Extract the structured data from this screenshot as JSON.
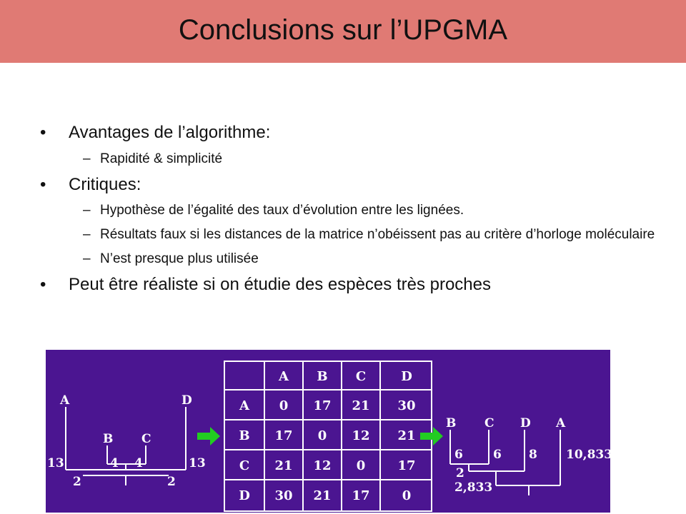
{
  "slide": {
    "title": "Conclusions sur l’UPGMA",
    "bullets": [
      {
        "text": "Avantages de l’algorithme:",
        "sub": [
          "Rapidité & simplicité"
        ]
      },
      {
        "text": "Critiques:",
        "sub": [
          "Hypothèse de l’égalité des taux d’évolution entre les lignées.",
          "Résultats faux si les distances de la matrice n’obéissent pas au critère d’horloge moléculaire",
          "N’est presque plus utilisée"
        ]
      },
      {
        "text": "Peut être réaliste si on étudie des espèces très proches",
        "sub": []
      }
    ]
  },
  "figure": {
    "colors": {
      "background": "#4b1591",
      "arrow": "#22cc22",
      "lines": "#ffffff"
    },
    "tree1": {
      "leaves": [
        "A",
        "B",
        "C",
        "D"
      ],
      "branch_labels": [
        "13",
        "4",
        "4",
        "13",
        "2",
        "2"
      ]
    },
    "matrix": {
      "headers": [
        "A",
        "B",
        "C",
        "D"
      ],
      "rows": [
        {
          "label": "A",
          "values": [
            "0",
            "17",
            "21",
            "30"
          ]
        },
        {
          "label": "B",
          "values": [
            "17",
            "0",
            "12",
            "21"
          ]
        },
        {
          "label": "C",
          "values": [
            "21",
            "12",
            "0",
            "17"
          ]
        },
        {
          "label": "D",
          "values": [
            "30",
            "21",
            "17",
            "0"
          ]
        }
      ]
    },
    "tree2": {
      "leaves": [
        "B",
        "C",
        "D",
        "A"
      ],
      "branch_labels": [
        "6",
        "6",
        "8",
        "10,833",
        "2",
        "2,833"
      ]
    }
  }
}
